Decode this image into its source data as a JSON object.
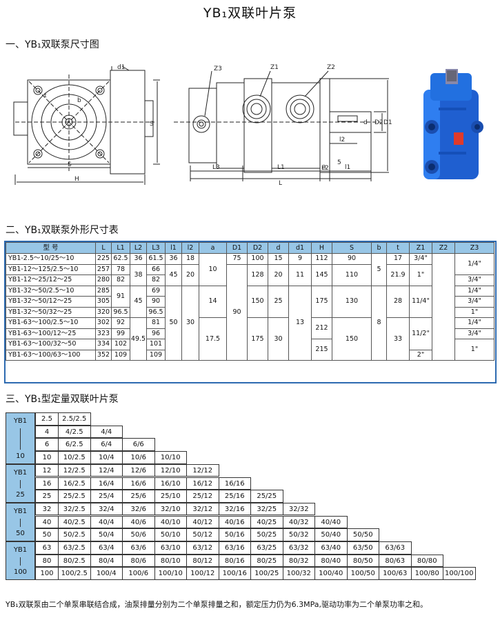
{
  "title": "YB₁双联叶片泵",
  "sections": {
    "s1": "一、YB₁双联泵尺寸图",
    "s2": "二、YB₁双联泵外形尺寸表",
    "s3": "三、YB₁型定量双联叶片泵"
  },
  "drawing_labels": {
    "d1": "d1",
    "b": "b",
    "t": "t",
    "S": "S",
    "H": "H",
    "Z3": "Z3",
    "Z1": "Z1",
    "Z2": "Z2",
    "D2": "D2",
    "D1": "D1",
    "l2": "l2",
    "a": "a",
    "five": "5",
    "l1": "l1",
    "L3": "L3",
    "L1": "L1",
    "L2": "L2",
    "L": "L",
    "d": "d"
  },
  "dimension_table": {
    "headers": [
      "型 号",
      "L",
      "L1",
      "L2",
      "L3",
      "l1",
      "l2",
      "a",
      "D1",
      "D2",
      "d",
      "d1",
      "H",
      "S",
      "b",
      "t",
      "Z1",
      "Z2",
      "Z3"
    ],
    "models": [
      "YB1-2.5～10/25～10",
      "YB1-12～125/2.5～10",
      "YB1-12～25/12～25",
      "YB1-32～50/2.5～10",
      "YB1-32～50/12～25",
      "YB1-32～50/32～25",
      "YB1-63～100/2.5～10",
      "YB1-63～100/12～25",
      "YB1-63～100/32～50",
      "YB1-63～100/63～100"
    ],
    "L": [
      "225",
      "257",
      "280",
      "285",
      "305",
      "320",
      "302",
      "323",
      "334",
      "352"
    ],
    "L1": [
      "62.5",
      "78",
      "82",
      "91",
      "96.5",
      "92",
      "99",
      "102",
      "109"
    ],
    "L2": [
      "36",
      "38",
      "45",
      "49.5"
    ],
    "L3": [
      "61.5",
      "66",
      "82",
      "69",
      "90",
      "96.5",
      "81",
      "96",
      "101",
      "109"
    ],
    "l1": [
      "36",
      "45",
      "50"
    ],
    "l2": [
      "18",
      "20",
      "30"
    ],
    "a": [
      "10",
      "14",
      "17.5"
    ],
    "D1": [
      "75",
      "90"
    ],
    "D2": [
      "100",
      "128",
      "150",
      "175"
    ],
    "d": [
      "15",
      "20",
      "25",
      "30"
    ],
    "d1": [
      "9",
      "11",
      "13"
    ],
    "H": [
      "112",
      "145",
      "175",
      "212",
      "215"
    ],
    "S": [
      "90",
      "110",
      "130",
      "150"
    ],
    "b": [
      "5",
      "8"
    ],
    "t": [
      "17",
      "21.9",
      "28",
      "33"
    ],
    "Z1": [
      "3/4\"",
      "1\"",
      "11/4\"",
      "11/2\"",
      "2\""
    ],
    "Z2": [],
    "Z3": [
      "1/4\"",
      "3/4\"",
      "1/4\"",
      "3/4\"",
      "1\"",
      "1/4\"",
      "3/4\"",
      "1\""
    ]
  },
  "combo_table": {
    "groups": [
      {
        "label": "YB1",
        "num": "10"
      },
      {
        "label": "YB1",
        "num": "25"
      },
      {
        "label": "YB1",
        "num": "50"
      },
      {
        "label": "YB1",
        "num": "100"
      }
    ],
    "rows": [
      [
        "2.5",
        "2.5/2.5"
      ],
      [
        "4",
        "4/2.5",
        "4/4"
      ],
      [
        "6",
        "6/2.5",
        "6/4",
        "6/6"
      ],
      [
        "10",
        "10/2.5",
        "10/4",
        "10/6",
        "10/10"
      ],
      [
        "12",
        "12/2.5",
        "12/4",
        "12/6",
        "12/10",
        "12/12"
      ],
      [
        "16",
        "16/2.5",
        "16/4",
        "16/6",
        "16/10",
        "16/12",
        "16/16"
      ],
      [
        "25",
        "25/2.5",
        "25/4",
        "25/6",
        "25/10",
        "25/12",
        "25/16",
        "25/25"
      ],
      [
        "32",
        "32/2.5",
        "32/4",
        "32/6",
        "32/10",
        "32/12",
        "32/16",
        "32/25",
        "32/32"
      ],
      [
        "40",
        "40/2.5",
        "40/4",
        "40/6",
        "40/10",
        "40/12",
        "40/16",
        "40/25",
        "40/32",
        "40/40"
      ],
      [
        "50",
        "50/2.5",
        "50/4",
        "50/6",
        "50/10",
        "50/12",
        "50/16",
        "50/25",
        "50/32",
        "50/40",
        "50/50"
      ],
      [
        "63",
        "63/2.5",
        "63/4",
        "63/6",
        "63/10",
        "63/12",
        "63/16",
        "63/25",
        "63/32",
        "63/40",
        "63/50",
        "63/63"
      ],
      [
        "80",
        "80/2.5",
        "80/4",
        "80/6",
        "80/10",
        "80/12",
        "80/16",
        "80/25",
        "80/32",
        "80/40",
        "80/50",
        "80/63",
        "80/80"
      ],
      [
        "100",
        "100/2.5",
        "100/4",
        "100/6",
        "100/10",
        "100/12",
        "100/16",
        "100/25",
        "100/32",
        "100/40",
        "100/50",
        "100/63",
        "100/80",
        "100/100"
      ]
    ]
  },
  "note": "YB₁双联泵由二个单泵串联结合成，油泵排量分别为二个单泵排量之和，额定压力仍为6.3MPa,驱动功率为二个单泵功率之和。",
  "colors": {
    "header_fill": "#98c6e6",
    "border_blue": "#2c6ab0",
    "pump_blue": "#1f5fd0"
  }
}
